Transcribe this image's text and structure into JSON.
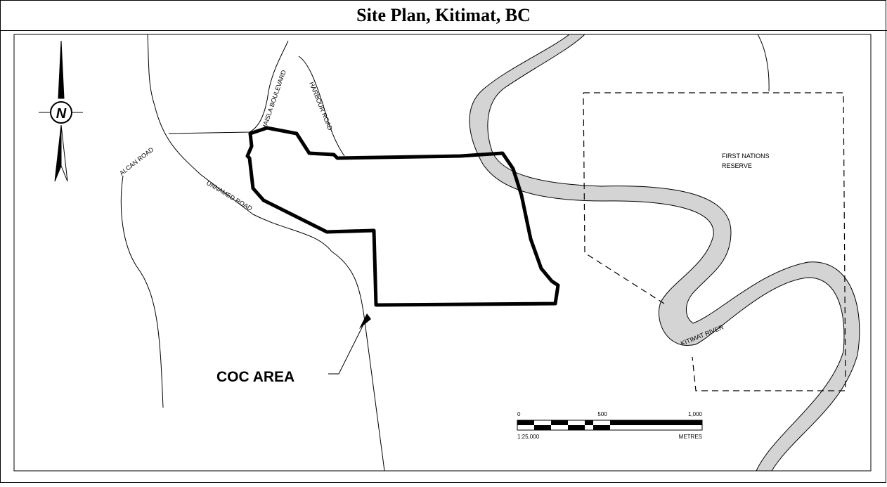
{
  "title": "Site Plan, Kitimat, BC",
  "labels": {
    "north": "N",
    "haisla": "HAISLA BOULEVARD",
    "harbour": "HARBOUR ROAD",
    "alcan": "ALCAN ROAD",
    "unnamed": "UNNAMED ROAD",
    "reserve_line1": "FIRST NATIONS",
    "reserve_line2": "RESERVE",
    "river": "KITIMAT RIVER",
    "coc": "COC AREA"
  },
  "scale_bar": {
    "tick_0": "0",
    "tick_500": "500",
    "tick_1000": "1,000",
    "ratio": "1:25,000",
    "unit": "METRES"
  },
  "colors": {
    "river_fill": "#d4d4d4",
    "line": "#000000",
    "background": "#ffffff"
  }
}
